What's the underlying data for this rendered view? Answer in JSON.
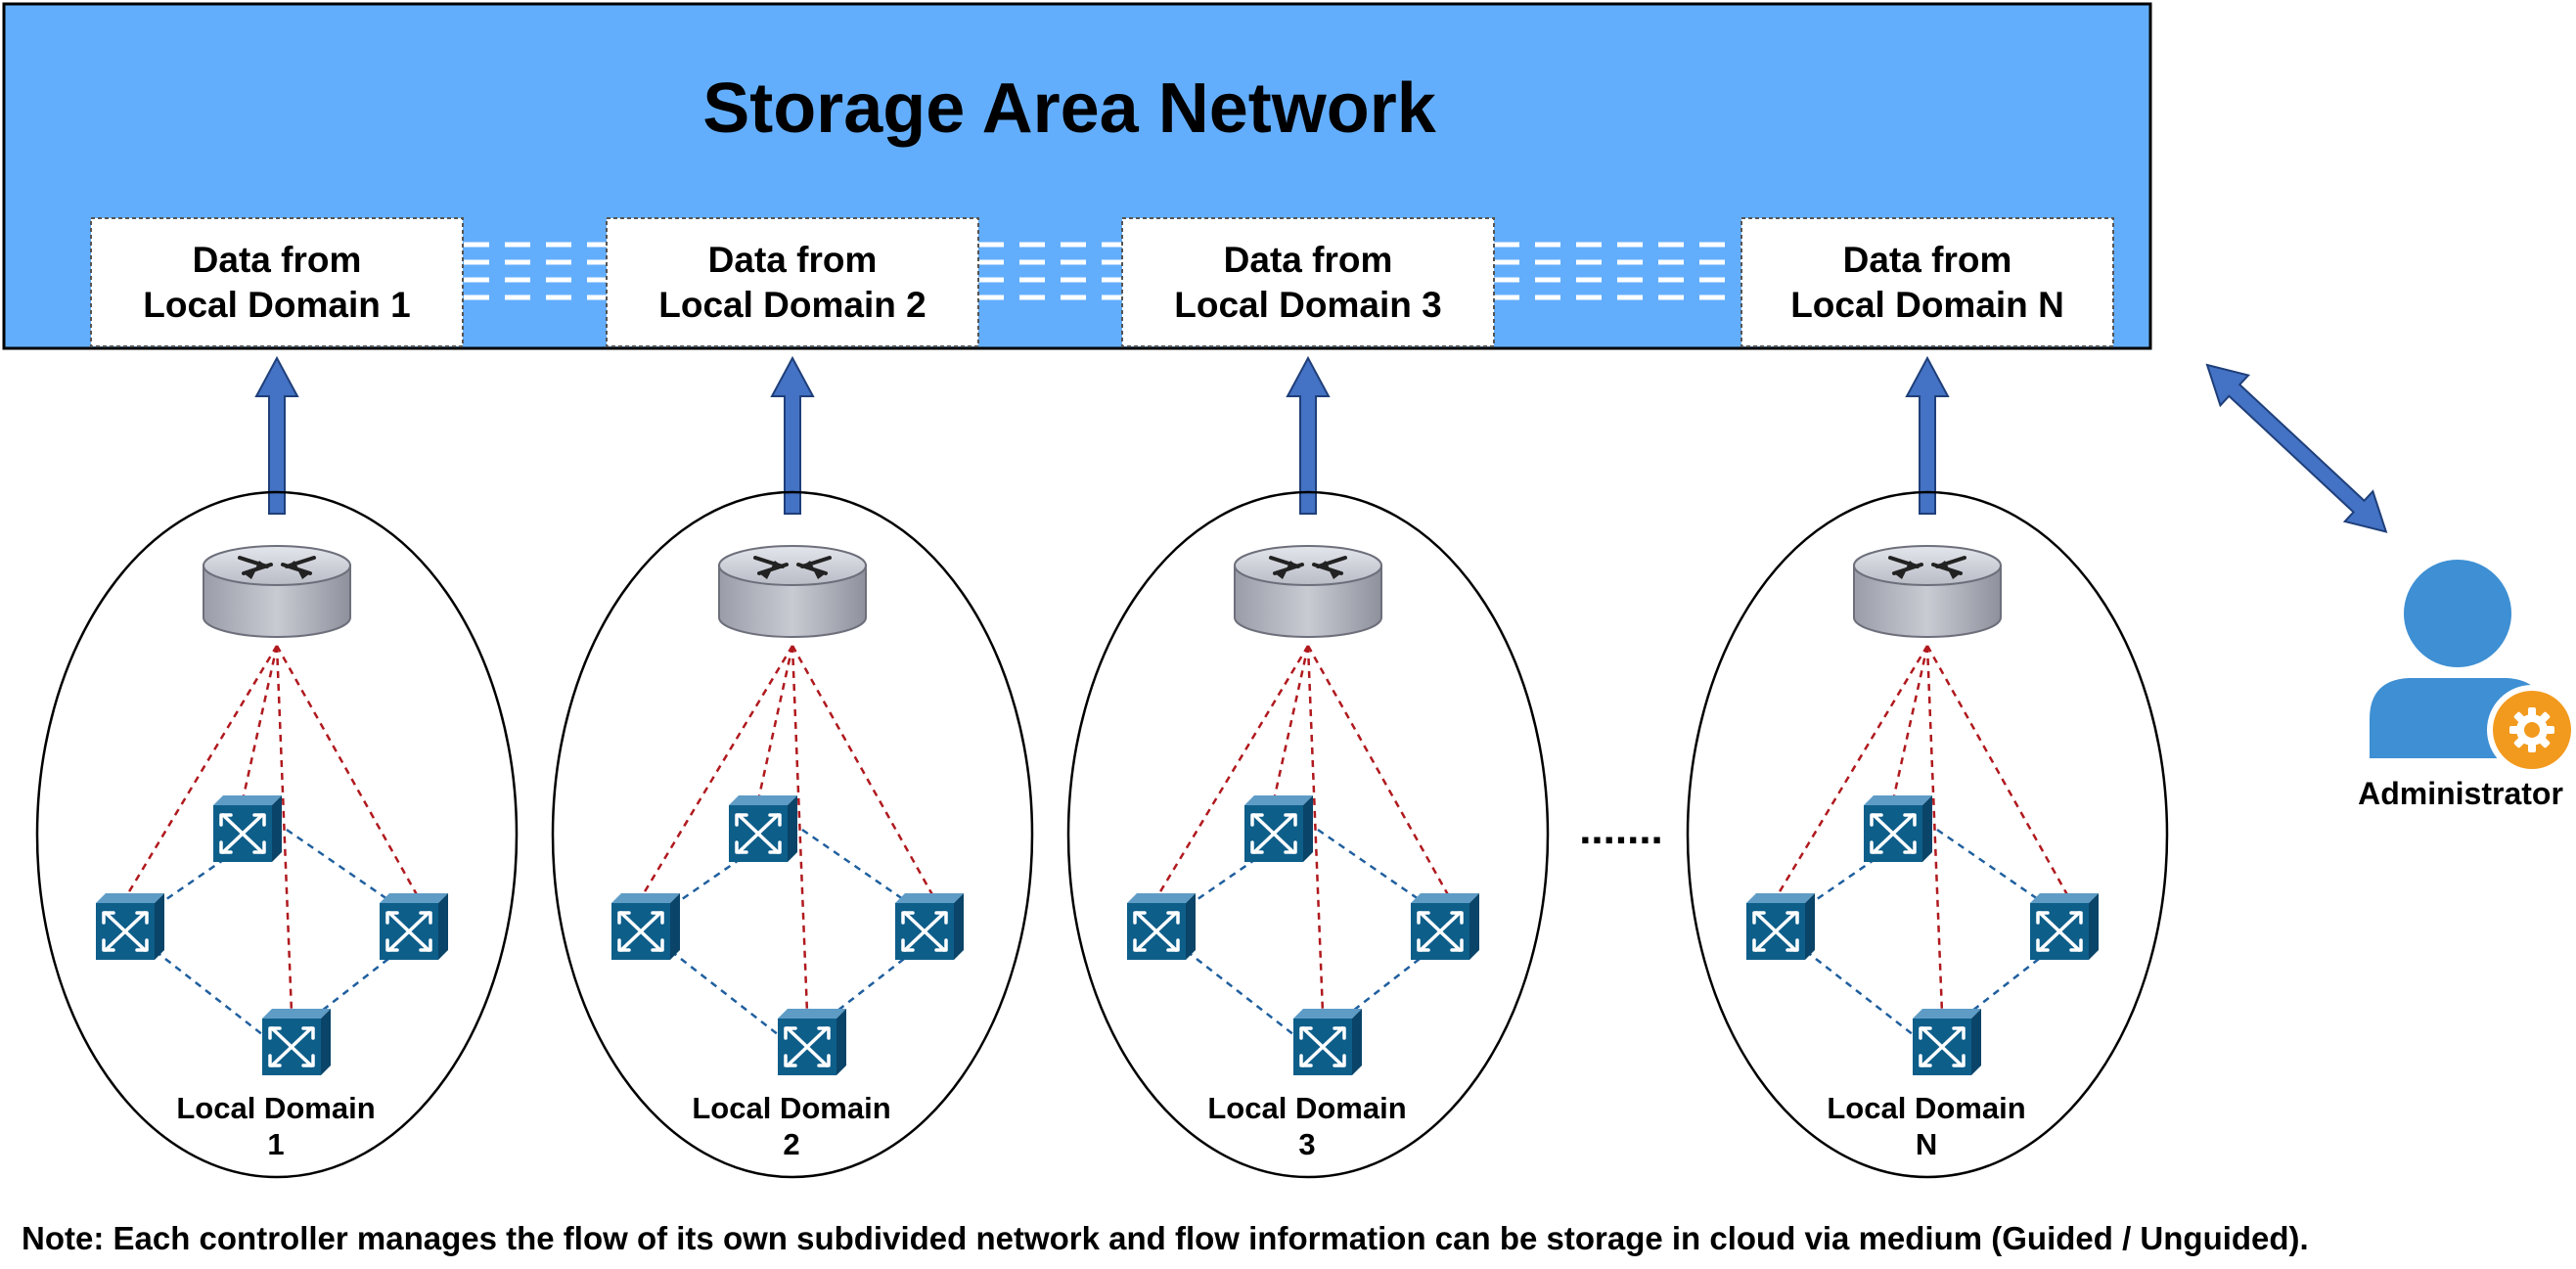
{
  "san": {
    "title": "Storage Area Network",
    "fill_color": "#63AEFC",
    "boxes": [
      {
        "line1": "Data from",
        "line2": "Local Domain 1"
      },
      {
        "line1": "Data from",
        "line2": "Local Domain 2"
      },
      {
        "line1": "Data from",
        "line2": "Local Domain 3"
      },
      {
        "line1": "Data from",
        "line2": "Local Domain N"
      }
    ]
  },
  "domains": [
    {
      "label_line1": "Local Domain",
      "label_line2": "1"
    },
    {
      "label_line1": "Local Domain",
      "label_line2": "2"
    },
    {
      "label_line1": "Local Domain",
      "label_line2": "3"
    },
    {
      "label_line1": "Local Domain",
      "label_line2": "N"
    }
  ],
  "ellipsis": ".......",
  "administrator": {
    "label": "Administrator",
    "person_color": "#3E8FD3",
    "gear_color": "#F29A1E"
  },
  "colors": {
    "arrow": "#4472C4",
    "controller_link": "#B0191E",
    "switch_link": "#1F5F9E",
    "switch_front": "#0E5E8A"
  },
  "icons": [
    "router-icon",
    "switch-icon",
    "administrator-icon",
    "gear-icon"
  ],
  "note": "Note: Each controller manages the flow of its own subdivided network and flow information can be storage in cloud via medium (Guided / Unguided)."
}
